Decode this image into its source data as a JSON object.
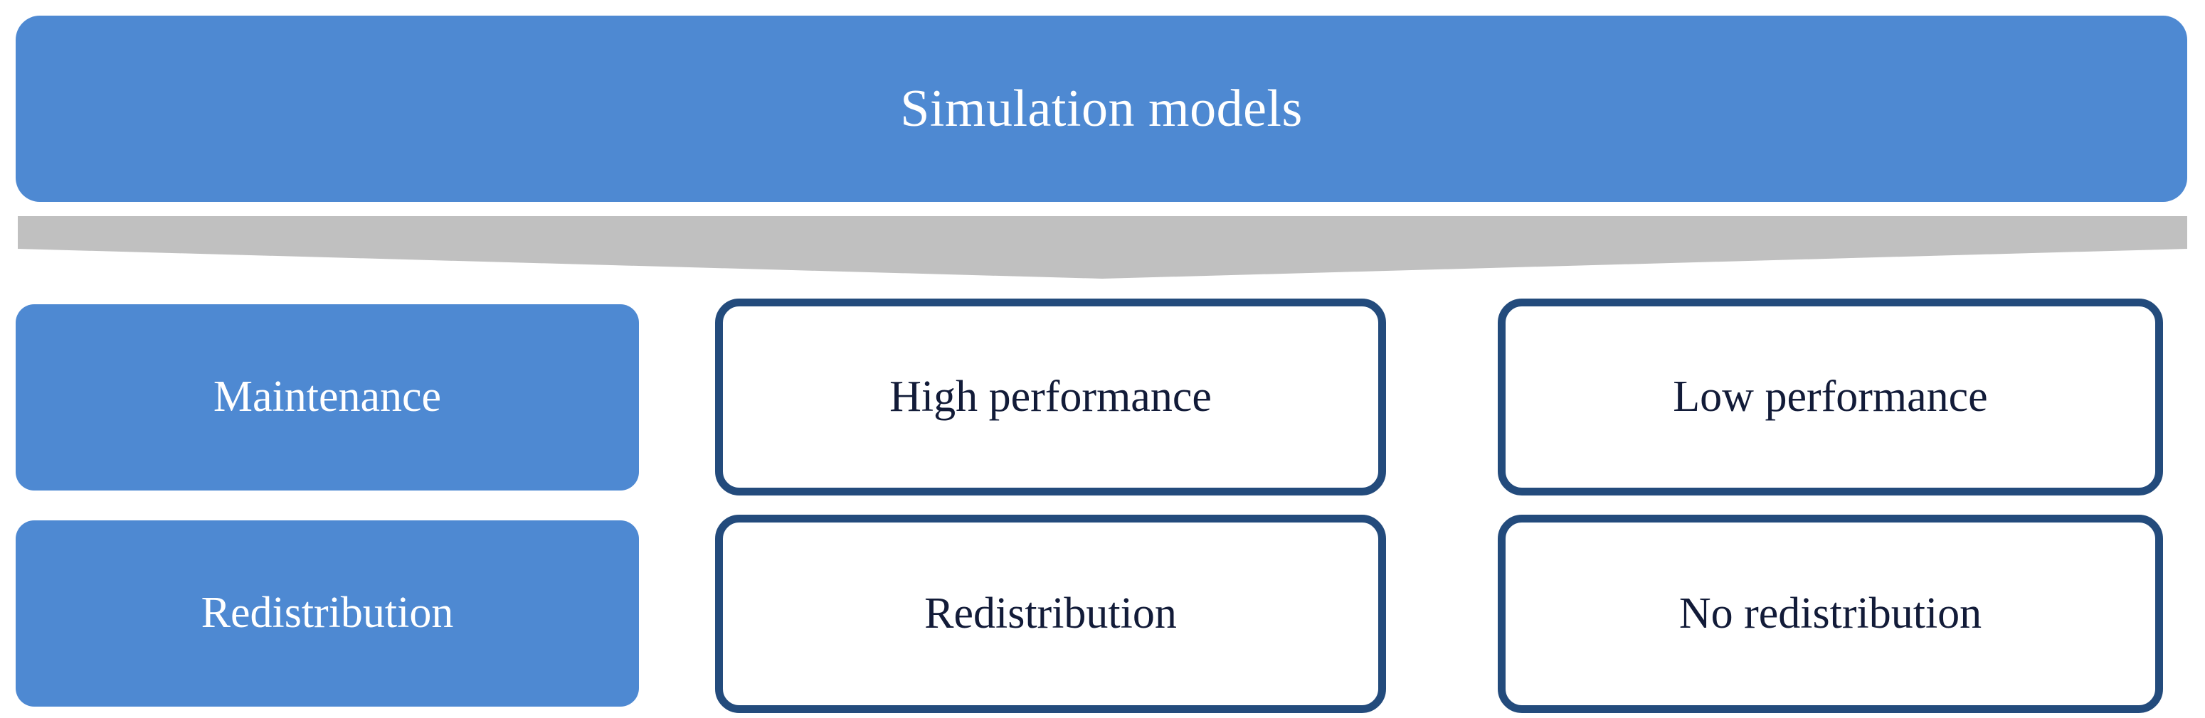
{
  "diagram": {
    "title": "Simulation models",
    "colors": {
      "banner_fill": "#4E89D2",
      "box_fill_blue": "#4E89D2",
      "box_border_navy": "#234B7C",
      "box_text_navy": "#121B38",
      "connector_gray": "#C0C0C0",
      "text_on_blue": "#FFFFFF",
      "background": "#FFFFFF"
    },
    "banner": {
      "label": "Simulation models"
    },
    "connector": {
      "shape": "tapered-gray-band"
    },
    "grid": {
      "rows": [
        {
          "row_name": "maintenance-row",
          "cells": [
            {
              "label": "Maintenance",
              "style": "filled"
            },
            {
              "label": "High performance",
              "style": "outlined"
            },
            {
              "label": "Low performance",
              "style": "outlined"
            }
          ]
        },
        {
          "row_name": "redistribution-row",
          "cells": [
            {
              "label": "Redistribution",
              "style": "filled"
            },
            {
              "label": "Redistribution",
              "style": "outlined"
            },
            {
              "label": "No redistribution",
              "style": "outlined"
            }
          ]
        }
      ]
    }
  }
}
